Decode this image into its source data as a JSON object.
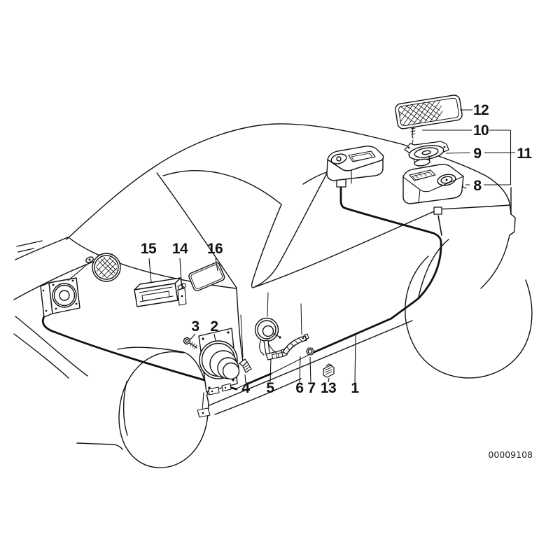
{
  "diagram": {
    "drawing_number": "00009108",
    "colors": {
      "background": "#ffffff",
      "line_art": "#111111"
    },
    "callout_labels": {
      "p1": "1",
      "p2": "2",
      "p3": "3",
      "p4": "4",
      "p5": "5",
      "p6": "6",
      "p7": "7",
      "p8": "8",
      "p9": "9",
      "p10": "10",
      "p11": "11",
      "p12": "12",
      "p13": "13",
      "p14": "14",
      "p15": "15",
      "p16": "16"
    },
    "part_glyphs": {
      "p1": "wiring-harness",
      "p2": "door-speaker",
      "p3": "screw",
      "p4": "expansion-rivet",
      "p5": "speaker-with-bracket",
      "p6": "mounting-bracket",
      "p7": "hex-nut",
      "p8": "rear-shelf-speaker-box",
      "p9": "rear-deck-speaker",
      "p10": "screw",
      "p11": "rear-speaker-assembly",
      "p12": "speaker-grille",
      "p13": "cable-clip",
      "p14": "spacer-bushing",
      "p15": "radio-head-unit",
      "p16": "cover-panel"
    }
  }
}
